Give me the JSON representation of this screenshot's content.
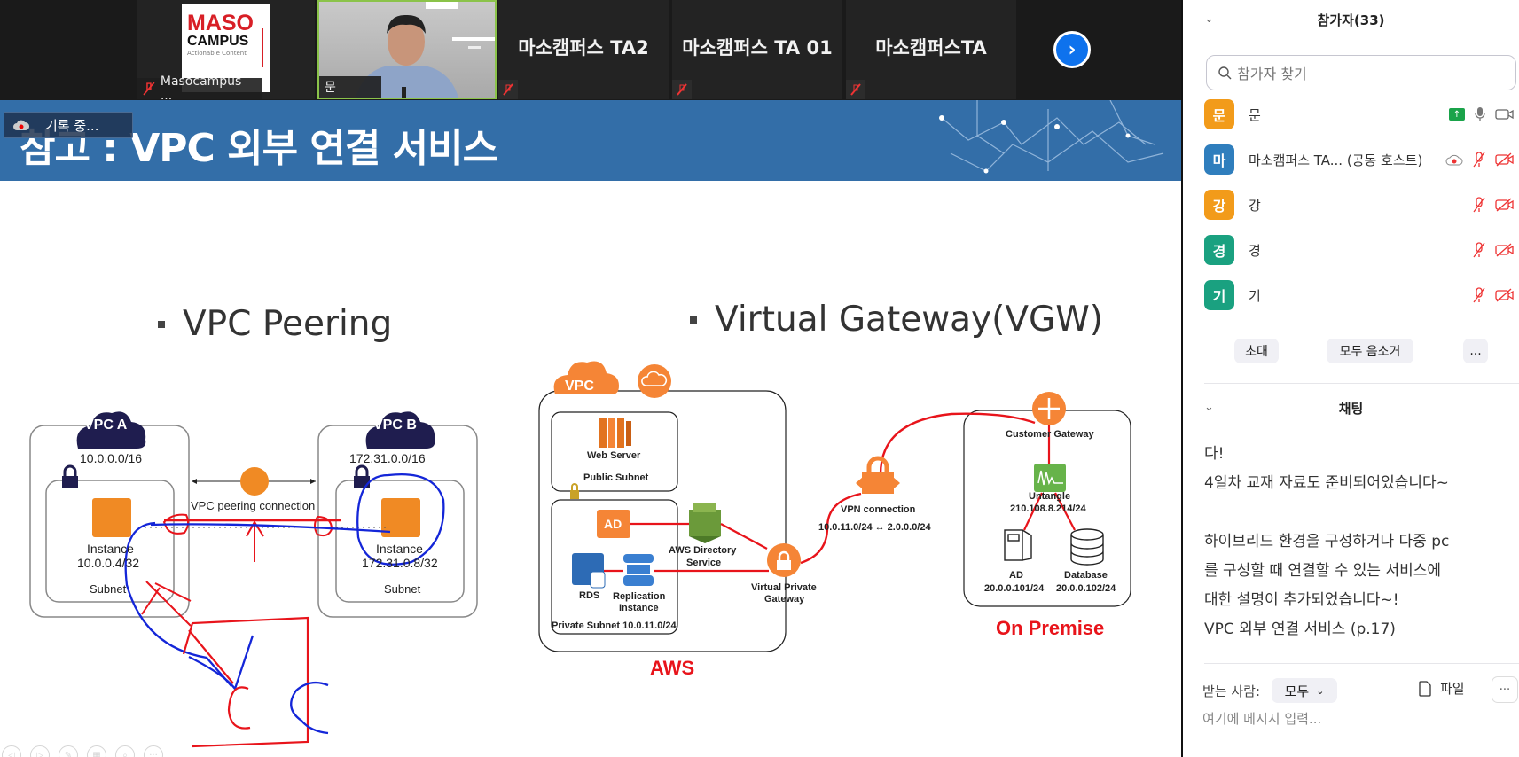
{
  "video_strip": {
    "tiles": [
      {
        "name": "Masocampus ...",
        "type": "logo",
        "muted": true
      },
      {
        "name": "문",
        "type": "camera",
        "muted": false
      },
      {
        "name": "마소캠퍼스 TA2",
        "type": "text",
        "muted": true
      },
      {
        "name": "마소캠퍼스 TA 01",
        "type": "text",
        "muted": true
      },
      {
        "name": "마소캠퍼스TA",
        "type": "text",
        "muted": true
      }
    ],
    "logo": {
      "line1": "MASO",
      "line2": "CAMPUS",
      "tagline": "Actionable Content"
    },
    "next_icon": "chevron-right-icon"
  },
  "recording": {
    "label": "기록 중..."
  },
  "slide": {
    "title": "참고 : VPC 외부 연결 서비스",
    "left_heading": "VPC Peering",
    "right_heading": "Virtual Gateway(VGW)",
    "peering": {
      "vpc_a": {
        "name": "VPC A",
        "cidr": "10.0.0.0/16",
        "instance": "Instance",
        "instance_ip": "10.0.0.4/32",
        "subnet": "Subnet"
      },
      "vpc_b": {
        "name": "VPC B",
        "cidr": "172.31.0.0/16",
        "instance": "Instance",
        "instance_ip": "172.31.0.8/32",
        "subnet": "Subnet"
      },
      "connection": "VPC peering connection"
    },
    "vgw": {
      "vpc_badge": "VPC",
      "web_server": "Web Server",
      "public_subnet": "Public Subnet",
      "ad": "AD",
      "directory": [
        "AWS Directory",
        "Service"
      ],
      "rds": "RDS",
      "replication": [
        "Replication",
        "Instance"
      ],
      "private_subnet": "Private Subnet 10.0.11.0/24",
      "vpg": [
        "Virtual Private",
        "Gateway"
      ],
      "aws_label": "AWS",
      "vpn": "VPN connection",
      "vpn_range": "10.0.11.0/24 ↔ 2.0.0.0/24",
      "cgw": "Customer Gateway",
      "untangle": "Untangle",
      "untangle_ip": "210.108.8.214/24",
      "onprem_ad": "AD",
      "onprem_ad_ip": "20.0.0.101/24",
      "database": "Database",
      "database_ip": "20.0.0.102/24",
      "onprem_label": "On Premise"
    }
  },
  "participants": {
    "header": "참가자(33)",
    "search_placeholder": "참가자 찾기",
    "list": [
      {
        "initial": "문",
        "name": "문",
        "color": "#f29b1a",
        "share": true,
        "mic": "on",
        "video": "off-gray"
      },
      {
        "initial": "마",
        "name": "마소캠퍼스 TA... (공동 호스트)",
        "color": "#2f7ebd",
        "recording": true,
        "mic": "muted",
        "video": "muted"
      },
      {
        "initial": "강",
        "name": "강",
        "color": "#f29b1a",
        "mic": "muted",
        "video": "muted"
      },
      {
        "initial": "경",
        "name": "경",
        "color": "#1aa180",
        "mic": "muted",
        "video": "muted"
      },
      {
        "initial": "기",
        "name": "기",
        "color": "#1aa180",
        "mic": "muted",
        "video": "muted"
      }
    ],
    "invite": "초대",
    "mute_all": "모두 음소거",
    "more": "..."
  },
  "chat": {
    "header": "채팅",
    "messages": [
      "다!",
      "4일차 교재 자료도 준비되어있습니다~",
      "",
      "하이브리드 환경을 구성하거나 다중 pc",
      "를 구성할 때 연결할 수 있는 서비스에",
      "대한 설명이 추가되었습니다~!",
      "VPC 외부 연결 서비스 (p.17)"
    ],
    "to_label": "받는 사람:",
    "to_value": "모두",
    "file_label": "파일",
    "more": "···",
    "input_placeholder": "여기에 메시지 입력..."
  },
  "colors": {
    "slide_banner": "#336ea8",
    "aws_orange": "#f58536",
    "red_accent": "#e8141b",
    "zoom_blue": "#0e72ed"
  }
}
